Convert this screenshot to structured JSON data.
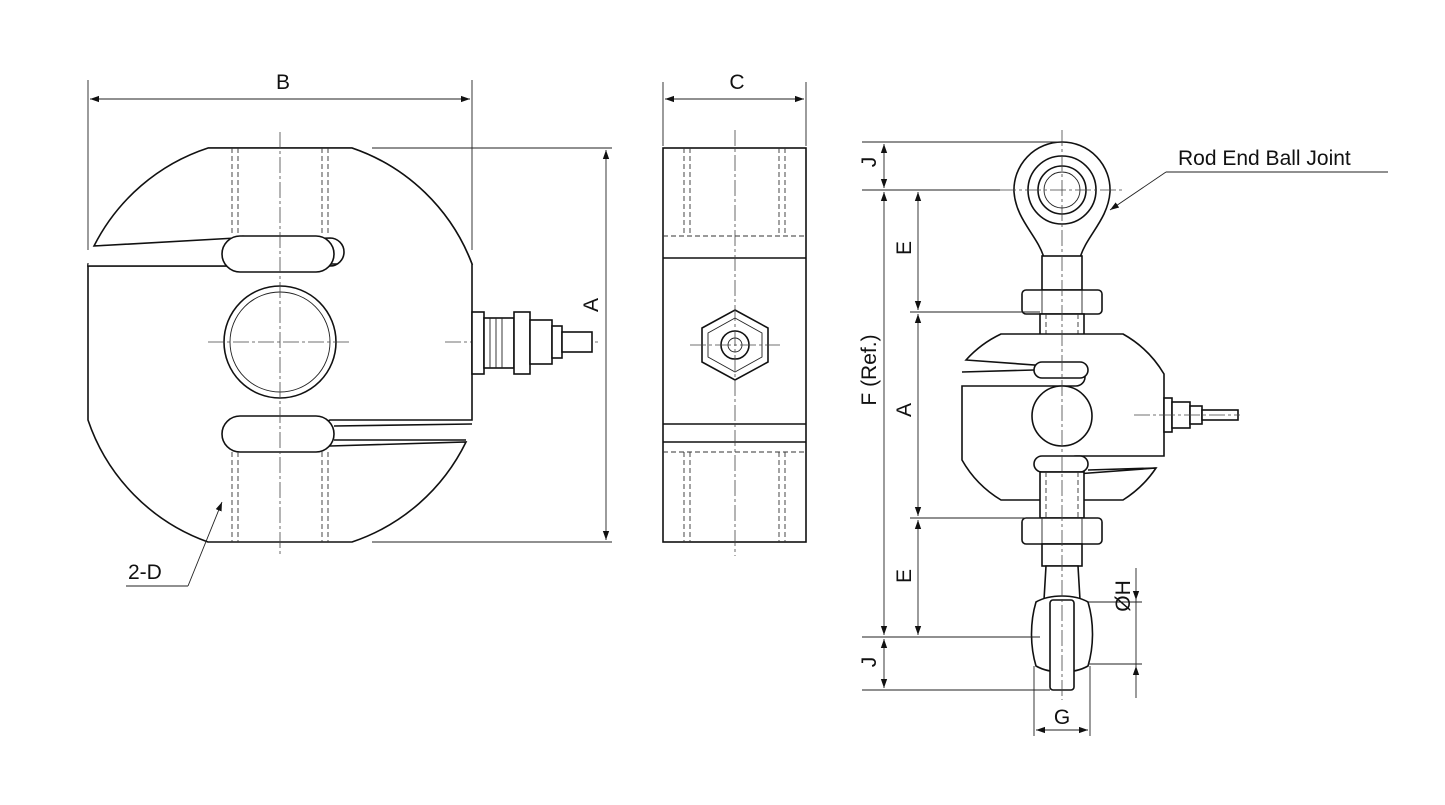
{
  "labels": {
    "b": "B",
    "c": "C",
    "a_front": "A",
    "two_d": "2-D",
    "j_top": "J",
    "e_top": "E",
    "f_ref": "F (Ref.)",
    "a_side": "A",
    "e_bottom": "E",
    "j_bottom": "J",
    "h_dia": "ØH",
    "g": "G",
    "rod_end": "Rod End Ball Joint"
  },
  "colors": {
    "line": "#111111",
    "background": "#ffffff"
  }
}
